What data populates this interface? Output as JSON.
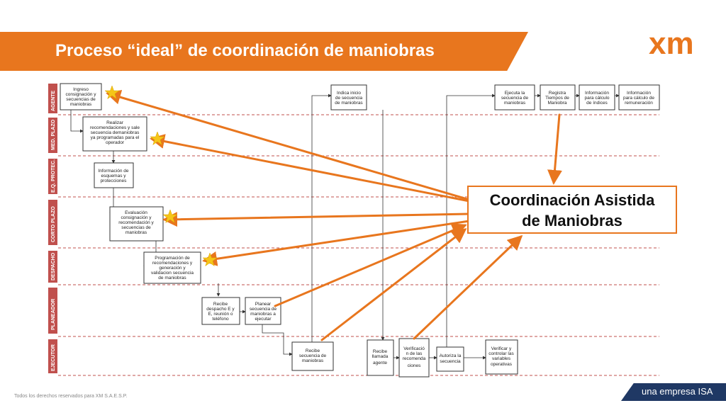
{
  "header": {
    "title": "Proceso “ideal” de coordinación de maniobras"
  },
  "logo": {
    "text": "xm",
    "color": "#e8761e"
  },
  "lanes": [
    "AGENTE",
    "MED. PLAZO",
    "E.Q. PROTEC.",
    "CORTO PLAZO",
    "DESPACHO",
    "PLANEADOR",
    "EJECUTOR"
  ],
  "boxes": [
    {
      "id": "b1",
      "lines": [
        "Ingreso",
        "consignación y",
        "secuencias de",
        "maniobras"
      ]
    },
    {
      "id": "b2",
      "lines": [
        "Realizar",
        "recomendaciones y sale",
        "secuencia demaniobras",
        "ya programadas para el",
        "operador"
      ]
    },
    {
      "id": "b3",
      "lines": [
        "Información de",
        "esquemas y",
        "protecciones"
      ]
    },
    {
      "id": "b4",
      "lines": [
        "Evaluación",
        "consignación y",
        "recomendación y",
        "secuencias de",
        "maniobras"
      ]
    },
    {
      "id": "b5",
      "lines": [
        "Programación de",
        "recomendaciones y",
        "generación y",
        "validacion secuencia",
        "de maniobras"
      ]
    },
    {
      "id": "b6",
      "lines": [
        "Recibe",
        "despacho E y",
        "E, reunión o",
        "teléfono"
      ]
    },
    {
      "id": "b7",
      "lines": [
        "Planear",
        "secuencia de",
        "maniobras a",
        "ejecutar"
      ]
    },
    {
      "id": "b8",
      "lines": [
        "Indica inicio",
        "de secuencia",
        "de maniobras"
      ]
    },
    {
      "id": "b9",
      "lines": [
        "Recibe",
        "secuencia de",
        "maniobras"
      ]
    },
    {
      "id": "b10",
      "lines": [
        "Recibe",
        "llamada",
        "agente"
      ]
    },
    {
      "id": "b11",
      "lines": [
        "Verificació",
        "n de las",
        "recomenda",
        "ciones"
      ]
    },
    {
      "id": "b12",
      "lines": [
        "Autoriza la",
        "secuencia"
      ]
    },
    {
      "id": "b13",
      "lines": [
        "Verificar y",
        "controlar las",
        "variables",
        "operativas"
      ]
    },
    {
      "id": "b14",
      "lines": [
        "Ejecuta la",
        "secuencia de",
        "maniobras"
      ]
    },
    {
      "id": "b15",
      "lines": [
        "Registra",
        "Tiempos de",
        "Maniobra"
      ]
    },
    {
      "id": "b16",
      "lines": [
        "Información",
        "para cálculo",
        "de índices"
      ]
    },
    {
      "id": "b17",
      "lines": [
        "Información",
        "para cálculo de",
        "remuneración"
      ]
    }
  ],
  "callout": {
    "line1": "Coordinación Asistida",
    "line2": "de  Maniobras"
  },
  "footer": {
    "copyright": "Todos los derechos reservados para XM S.A.E.S.P.",
    "brand": "una empresa ISA"
  },
  "colors": {
    "accent": "#e8761e",
    "lane": "#c0504d",
    "star": "#f5c518",
    "brand_bar": "#1f3864"
  }
}
